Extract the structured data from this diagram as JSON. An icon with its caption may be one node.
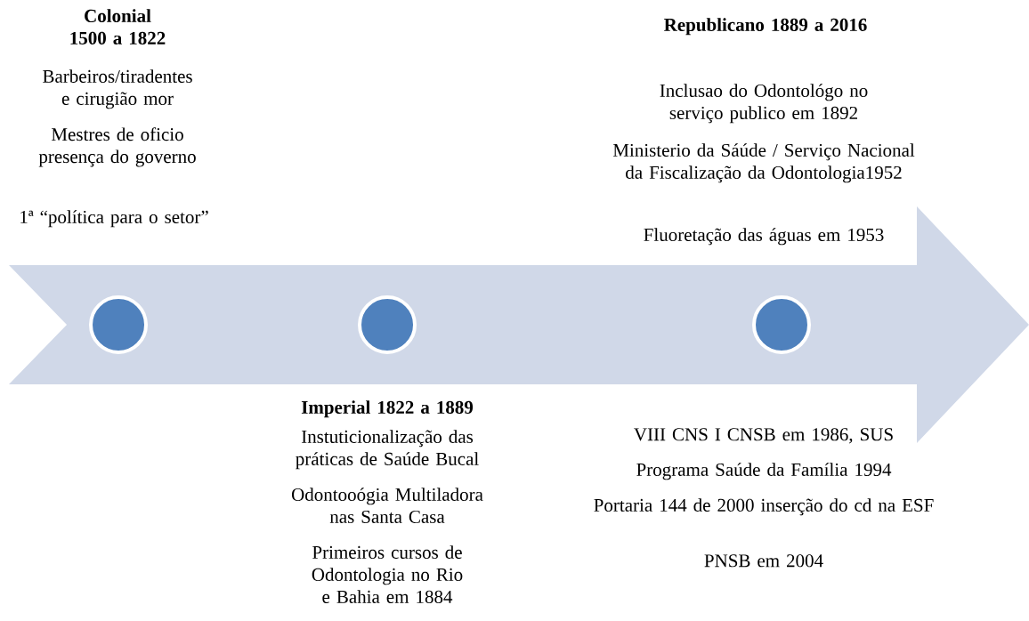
{
  "diagram": {
    "nodes": [
      {
        "text": [],
        "shape": "circle"
      },
      {
        "text": [],
        "shape": "circle"
      },
      {
        "text": [],
        "shape": "circle"
      }
    ],
    "labels": [
      "Colonial 1500 a 1822",
      "Barbeiros/tiradentes e cirugião mor",
      "Mestres de oficio presença do governo",
      "1ª “política para o setor”",
      "Republicano 1889 a 2016",
      "Inclusao do Odontológo no serviço publico em 1892",
      "Ministerio da Sáúde / Serviço Nacional da Fiscalização da Odontologia1952",
      "Fluoretação das águas em 1953",
      "Imperial 1822 a 1889",
      "Instuticionalização das práticas de Saúde Bucal",
      "Odontooógia Multiladora nas Santa Casa",
      "Primeiros cursos de Odontologia no Rio e Bahia em 1884",
      "VIII CNS I CNSB em 1986, SUS",
      "Programa Saúde da Família 1994",
      "Portaria 144 de 2000 inserção do cd na ESF",
      "PNSB em 2004"
    ]
  }
}
